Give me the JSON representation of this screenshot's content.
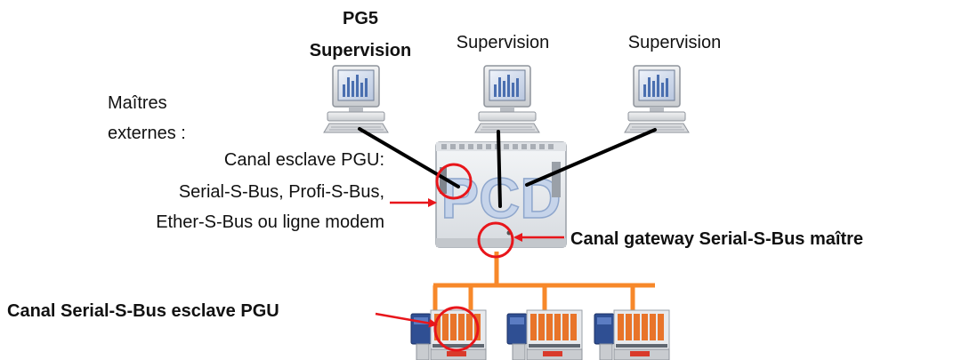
{
  "stations": [
    {
      "title": "PG5",
      "label": "Supervision"
    },
    {
      "label": "Supervision"
    },
    {
      "label": "Supervision"
    }
  ],
  "external_masters": {
    "line1": "Maîtres",
    "line2": "externes :"
  },
  "slave_channel": {
    "line1": "Canal esclave  PGU:",
    "line2": "Serial-S-Bus, Profi-S-Bus,",
    "line3": "Ether-S-Bus ou ligne modem"
  },
  "gateway_channel": "Canal gateway Serial-S-Bus maître",
  "slave_pgu_channel": "Canal Serial-S-Bus esclave PGU",
  "controller_logo": "PCD",
  "colors": {
    "bus": "#f7882a",
    "highlight": "#e8161b",
    "link": "#000000",
    "controller_blue": "#2f4f93",
    "terminal": "#e8742a"
  }
}
